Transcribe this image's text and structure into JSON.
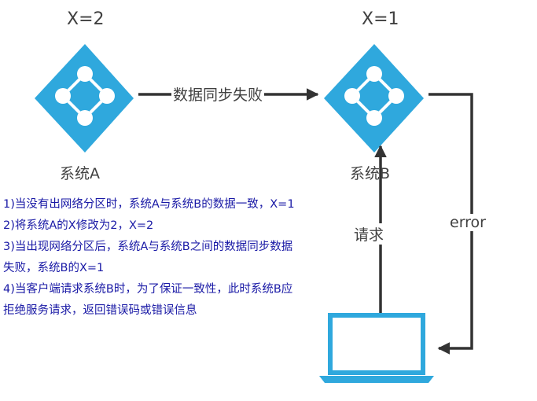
{
  "system_a": {
    "x_value": "X=2",
    "label": "系统A"
  },
  "system_b": {
    "x_value": "X=1",
    "label": "系统B"
  },
  "edges": {
    "sync_failed": "数据同步失败",
    "request": "请求",
    "error": "error"
  },
  "notes": [
    "1)当没有出网络分区时，系统A与系统B的数据一致，X=1",
    "2)将系统A的X修改为2，X=2",
    "3)当出现网络分区后，系统A与系统B之间的数据同步数据",
    "失败，系统B的X=1",
    "4)当客户端请求系统B时，为了保证一致性，此时系统B应",
    "拒绝服务请求，返回错误码或错误信息"
  ],
  "colors": {
    "node": "#2fa8dd",
    "arrow": "#333333",
    "text": "#404040",
    "notes": "#1a1aa6"
  },
  "icons": [
    "system-node-icon",
    "laptop-client-icon"
  ]
}
